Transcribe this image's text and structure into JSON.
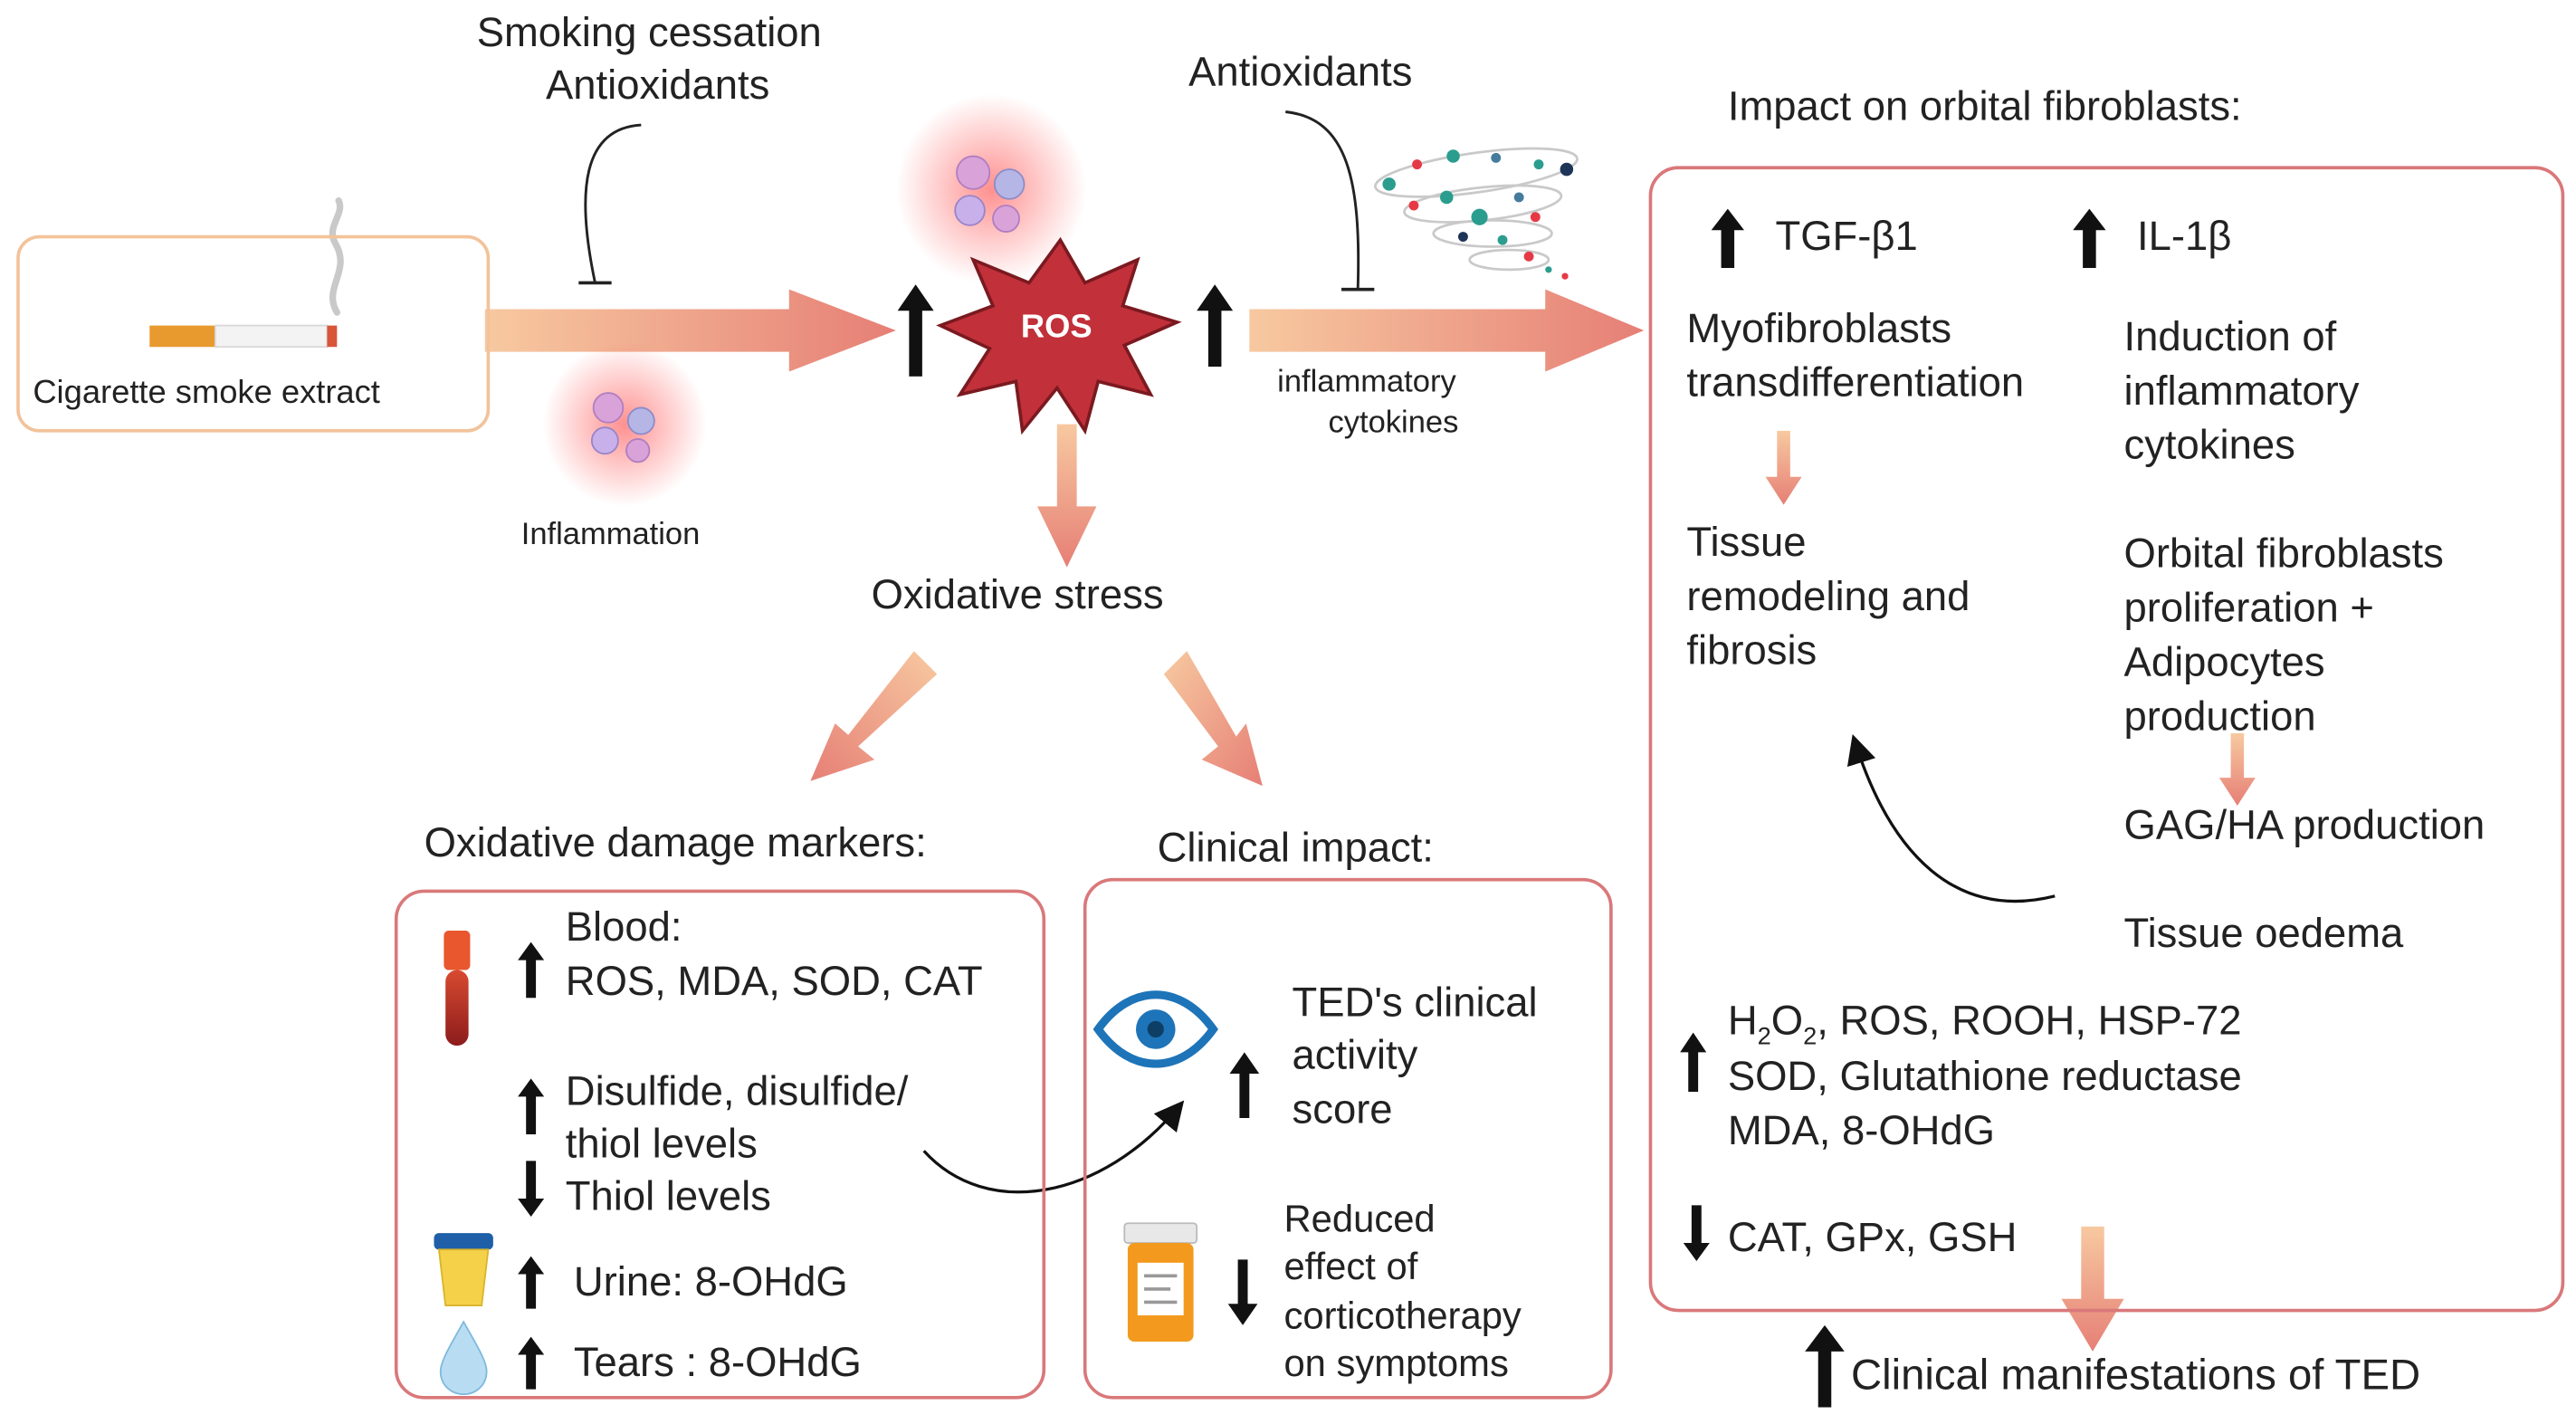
{
  "left": {
    "source_label": "Cigarette smoke extract",
    "inhibitors_line1": "Smoking cessation",
    "inhibitors_line2": "Antioxidants",
    "inflammation_label": "Inflammation"
  },
  "center": {
    "ros_label": "ROS",
    "antioxidants_label": "Antioxidants",
    "cytokines_line1": "inflammatory",
    "cytokines_line2": "cytokines",
    "oxidative_stress": "Oxidative stress"
  },
  "markers": {
    "title": "Oxidative damage markers:",
    "blood_title": "Blood:",
    "blood_values": "ROS, MDA, SOD, CAT",
    "disulfide_line1": "Disulfide, disulfide/",
    "disulfide_line2": "thiol levels",
    "thiol": "Thiol levels",
    "urine": "Urine: 8-OHdG",
    "tears": "Tears : 8-OHdG"
  },
  "clinical": {
    "title": "Clinical impact:",
    "cas_line1": "TED's clinical",
    "cas_line2": "activity",
    "cas_line3": "score",
    "cortico_line1": "Reduced",
    "cortico_line2": "effect of",
    "cortico_line3": "corticotherapy",
    "cortico_line4": "on symptoms"
  },
  "fibroblasts": {
    "title": "Impact on orbital fibroblasts:",
    "tgf": "TGF-β1",
    "il": "IL-1β",
    "myo_line1": "Myofibroblasts",
    "myo_line2": "transdifferentiation",
    "induction_line1": "Induction of",
    "induction_line2": "inflammatory",
    "induction_line3": "cytokines",
    "tissue_line1": "Tissue",
    "tissue_line2": "remodeling and",
    "tissue_line3": "fibrosis",
    "prolif_line1": "Orbital fibroblasts",
    "prolif_line2": "proliferation +",
    "prolif_line3": "Adipocytes",
    "prolif_line4": "production",
    "gag": "GAG/HA production",
    "oedema": "Tissue oedema",
    "up_h2o2_pre": "H",
    "up_h2o2_sub1": "2",
    "up_h2o2_mid": "O",
    "up_h2o2_sub2": "2",
    "up_line1_rest": ", ROS, ROOH, HSP-72",
    "up_line2": "SOD, Glutathione reductase",
    "up_line3": "MDA, 8-OHdG",
    "down_line": "CAT, GPx, GSH"
  },
  "outcome": "Clinical manifestations of TED",
  "colors": {
    "box_border": "#d9787a",
    "source_border": "#f2c39a",
    "arrow_light": "#f6c79d",
    "arrow_dark": "#e57b73",
    "ros_fill": "#c2303a",
    "glow": "#ff7070"
  }
}
